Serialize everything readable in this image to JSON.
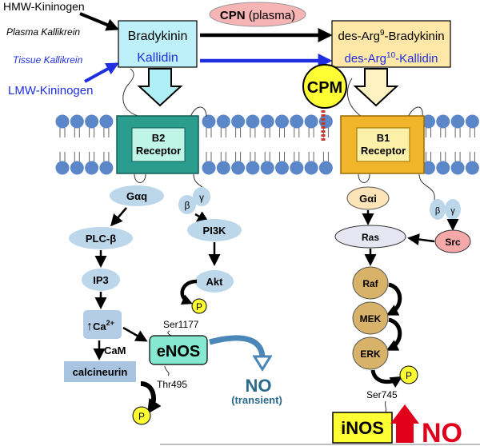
{
  "precursors": {
    "hmw": "HMW-Kininogen",
    "plasma_kallikrein": "Plasma Kallikrein",
    "tissue_kallikrein": "Tissue Kallikrein",
    "lmw": "LMW-Kininogen"
  },
  "kinins": {
    "bradykinin": "Bradykinin",
    "kallidin": "Kallidin"
  },
  "cpn": {
    "bold": "CPN",
    "rest": " (plasma)"
  },
  "des_arg9": {
    "pre": "des-Arg",
    "sup": "9",
    "post": "-Bradykinin"
  },
  "des_arg10": {
    "pre": "des-Arg",
    "sup": "10",
    "post": "-Kallidin"
  },
  "cpm": "CPM",
  "b2": {
    "line1": "B2",
    "line2": "Receptor"
  },
  "b1": {
    "line1": "B1",
    "line2": "Receptor"
  },
  "b2_pathway": {
    "gaq": "Gαq",
    "beta": "β",
    "gamma": "γ",
    "plc": "PLC-β",
    "pi3k": "PI3K",
    "ip3": "IP3",
    "akt": "Akt",
    "p": "P",
    "ca": "Ca",
    "ca_sup": "2+",
    "up_arrow": "↑",
    "cam": "CaM",
    "calcineurin": "calcineurin",
    "ser1177": "Ser1177",
    "thr495": "Thr495",
    "enos": "eNOS",
    "no": "NO",
    "transient": "(transient)"
  },
  "b1_pathway": {
    "gai": "Gαi",
    "beta": "β",
    "gamma": "γ",
    "ras": "Ras",
    "src": "Src",
    "raf": "Raf",
    "mek": "MEK",
    "erk": "ERK",
    "p": "P",
    "ser745": "Ser745",
    "inos": "iNOS",
    "no": "NO"
  },
  "colors": {
    "membrane_head": "#5b87c9",
    "b2_receptor": "#2a9d8f",
    "b2_box": "#bff5e6",
    "b1_receptor": "#f1b52b",
    "b1_box": "#fdf0a8",
    "kinin_box": "#bdf0f8",
    "desarg_box": "#ffe7a8",
    "cpn_fill": "#f6b4b4",
    "node_blue": "#bcd6ea",
    "node_tan": "#d9b26a",
    "enos_fill": "#86e8d0",
    "phospho": "#ffff33",
    "red_up": "#e0001b",
    "src_fill": "#f5a8a8",
    "blue_arrow": "#1f2fe0",
    "no_arrow": "#4a86b8"
  }
}
